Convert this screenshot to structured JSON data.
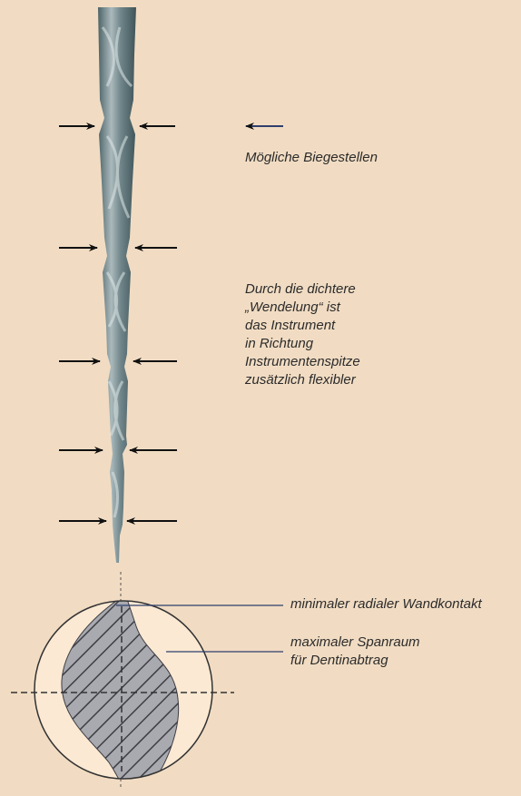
{
  "colors": {
    "background": "#f1dcc3",
    "cross_section_fill": "#fbe9d3",
    "leader_line": "#2f3e6d",
    "instrument_dark": "#4e6468",
    "instrument_light": "#aab9bc"
  },
  "labels": {
    "legend_arrow": "Mögliche Biegestellen",
    "winding": [
      "Durch die dichtere",
      "„Wendelung“ ist",
      "das Instrument",
      "in Richtung",
      "Instrumentenspitze",
      "zusätzlich  flexibler"
    ],
    "radial_contact": "minimaler radialer Wandkontakt",
    "chip_space": [
      "maximaler Spanraum",
      "für Dentinabtrag"
    ]
  }
}
